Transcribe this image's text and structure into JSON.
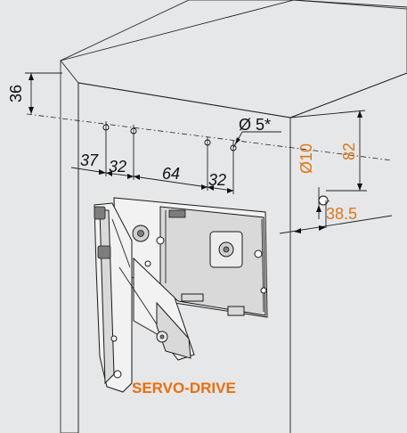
{
  "dimensions": {
    "d36": "36",
    "d37": "37",
    "d32a": "32",
    "d64": "64",
    "d32b": "32",
    "hole": "Ø 5*",
    "d10": "Ø10",
    "d82": "82",
    "d38_5": "38.5"
  },
  "brand": "SERVO-DRIVE",
  "colors": {
    "dimension_black": "#111111",
    "dimension_orange": "#e0761a",
    "brand_orange": "#e86f0f",
    "background": "#e6e7e8"
  }
}
